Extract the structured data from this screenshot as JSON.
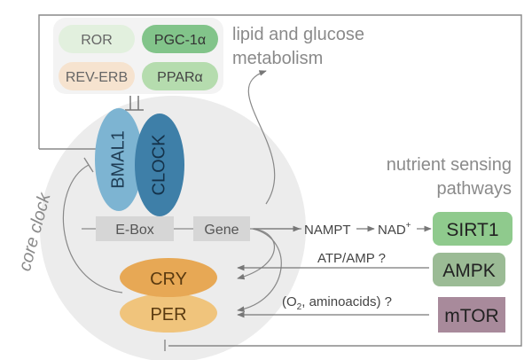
{
  "labels": {
    "lipid_line1": "lipid and glucose",
    "lipid_line2": "metabolism",
    "nutrient_line1": "nutrient sensing",
    "nutrient_line2": "pathways",
    "core_clock": "core clock"
  },
  "factors": {
    "ror": "ROR",
    "pgc": "PGC-1α",
    "reverb": "REV-ERB",
    "ppar": "PPARα"
  },
  "clock_proteins": {
    "bmal1": "BMAL1",
    "clock": "CLOCK"
  },
  "dna": {
    "ebox": "E-Box",
    "gene": "Gene"
  },
  "repressors": {
    "cry": "CRY",
    "per": "PER"
  },
  "pathway": {
    "nampt": "NAMPT",
    "nad": "NAD",
    "nad_sup": "+",
    "sirt1": "SIRT1",
    "atp_amp": "ATP/AMP ?",
    "ampk": "AMPK",
    "o2_open": "(O",
    "o2_sub": "2",
    "o2_rest": ", aminoacids) ?",
    "mtor": "mTOR"
  },
  "colors": {
    "ror_fill": "#e2f0de",
    "pgc_fill": "#82c48a",
    "reverb_fill": "#f6e3cf",
    "ppar_fill": "#b5dcae",
    "bmal1_fill": "#7db4d2",
    "clock_fill": "#3e7fa8",
    "cry_fill": "#e7a855",
    "per_fill": "#f0c47c",
    "sirt1_fill": "#8fca8d",
    "ampk_fill": "#9bbb95",
    "mtor_fill": "#a88a9b",
    "core_circle": "#ececec",
    "line": "#7a7a7a",
    "text_grey": "#8a8a8a"
  }
}
